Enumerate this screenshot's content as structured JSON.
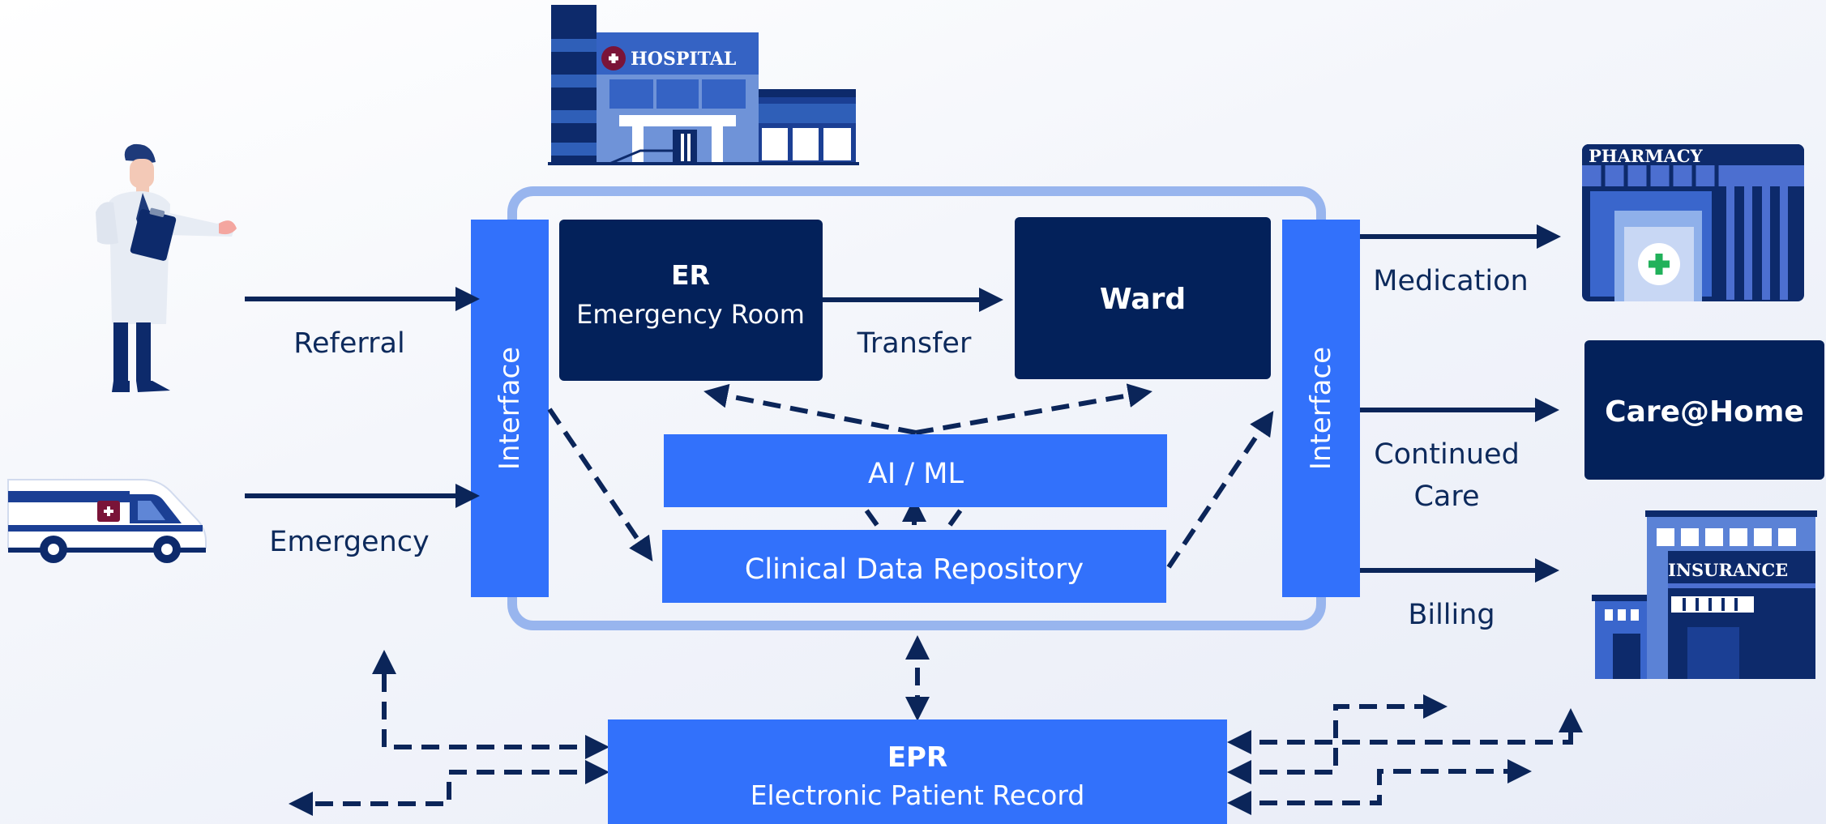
{
  "colors": {
    "navy": "#03215a",
    "blue": "#3271fb",
    "light_blue": "#98b5ee",
    "text": "#0d2a5c",
    "white": "#ffffff"
  },
  "nodes": {
    "er": {
      "title": "ER",
      "subtitle": "Emergency Room"
    },
    "ward": {
      "title": "Ward"
    },
    "interface_left": {
      "label": "Interface"
    },
    "interface_right": {
      "label": "Interface"
    },
    "ai_ml": {
      "label": "AI / ML"
    },
    "cdr": {
      "label": "Clinical Data Repository"
    },
    "epr": {
      "title": "EPR",
      "subtitle": "Electronic Patient Record"
    },
    "care_home": {
      "label": "Care@Home"
    }
  },
  "edges": {
    "referral": "Referral",
    "emergency": "Emergency",
    "transfer": "Transfer",
    "medication": "Medication",
    "continued_care": [
      "Continued",
      "Care"
    ],
    "billing": "Billing"
  },
  "illustrations": {
    "hospital_sign": "HOSPITAL",
    "pharmacy_sign": "PHARMACY",
    "insurance_sign": "INSURANCE",
    "icons": [
      "doctor-icon",
      "ambulance-icon",
      "hospital-building-icon",
      "pharmacy-building-icon",
      "insurance-building-icon"
    ]
  }
}
